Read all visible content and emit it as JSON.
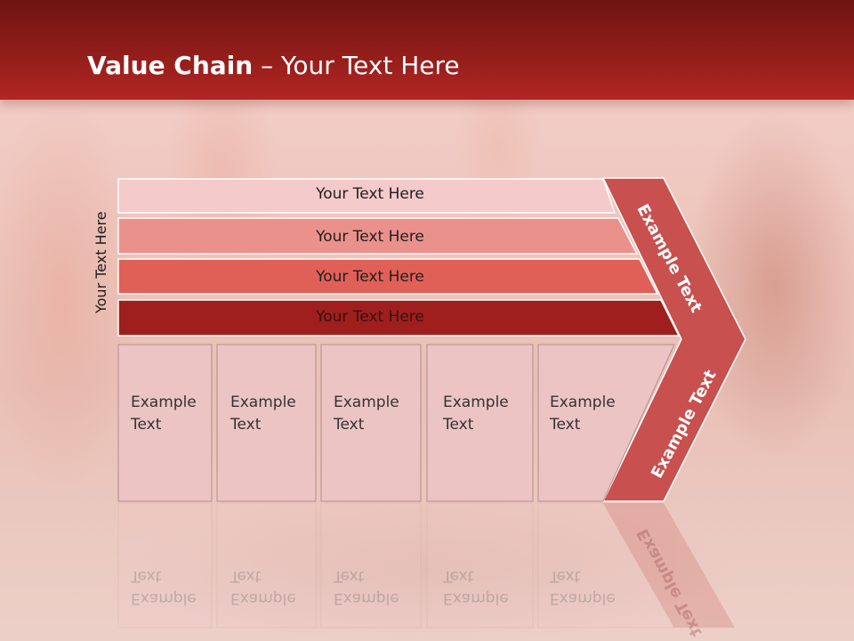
{
  "slide": {
    "title_bold": "Value Chain",
    "title_rest": " – Your Text Here",
    "side_label": "Your Text Here"
  },
  "bars": [
    {
      "label": "Your Text Here",
      "color": "#f5caca"
    },
    {
      "label": "Your Text Here",
      "color": "#eb918c"
    },
    {
      "label": "Your Text Here",
      "color": "#e06058"
    },
    {
      "label": "Your Text Here",
      "color": "#9e1f1d"
    }
  ],
  "cells": [
    {
      "text": "Example\nText"
    },
    {
      "text": "Example\nText"
    },
    {
      "text": "Example\nText"
    },
    {
      "text": "Example\nText"
    },
    {
      "text": "Example\nText"
    }
  ],
  "chevron": {
    "upper_text": "Example Text",
    "lower_text": "Example Text",
    "color": "#c8504e"
  }
}
